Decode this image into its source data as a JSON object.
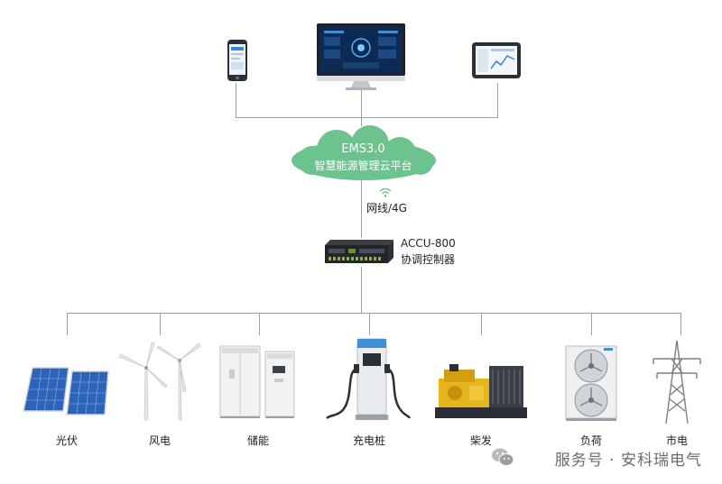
{
  "cloud": {
    "line1": "EMS3.0",
    "line2": "智慧能源管理云平台",
    "color": "#6cc38e"
  },
  "network": {
    "label": "网线/4G",
    "icon": "wifi-icon"
  },
  "controller": {
    "model": "ACCU-800",
    "name": "协调控制器"
  },
  "top_devices": [
    {
      "name": "smartphone",
      "icon": "smartphone-icon"
    },
    {
      "name": "monitor",
      "icon": "monitor-icon"
    },
    {
      "name": "tablet",
      "icon": "tablet-icon"
    }
  ],
  "bottom_devices": [
    {
      "label": "光伏",
      "icon": "solar-panel-icon"
    },
    {
      "label": "风电",
      "icon": "wind-turbine-icon"
    },
    {
      "label": "储能",
      "icon": "battery-cabinet-icon"
    },
    {
      "label": "充电桩",
      "icon": "ev-charger-icon"
    },
    {
      "label": "柴发",
      "icon": "diesel-generator-icon"
    },
    {
      "label": "负荷",
      "icon": "air-conditioner-icon"
    },
    {
      "label": "市电",
      "icon": "power-tower-icon"
    }
  ],
  "watermark": {
    "text": "服务号 · 安科瑞电气",
    "icon": "wechat-icon"
  }
}
